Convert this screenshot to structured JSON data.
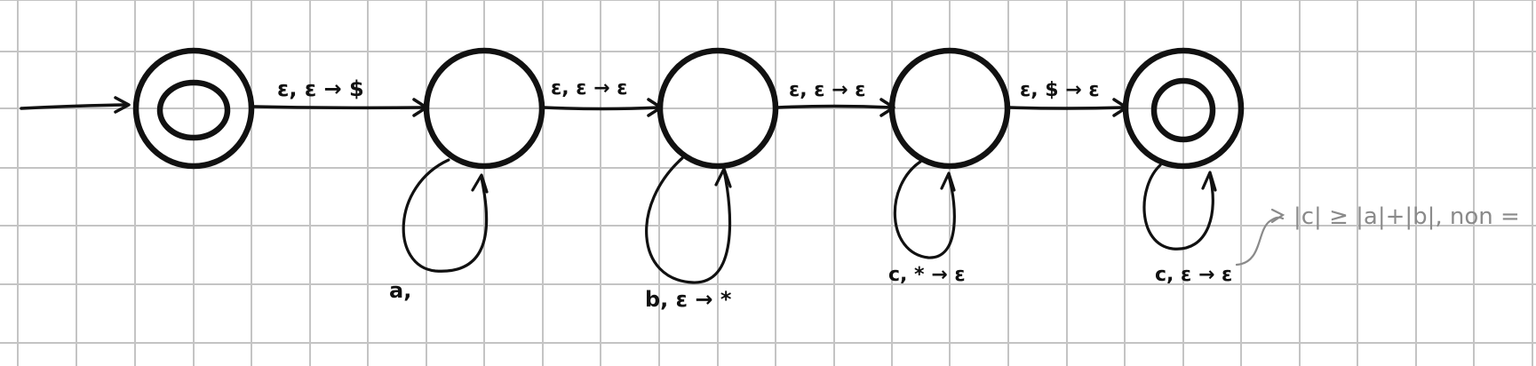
{
  "diagram": {
    "type": "pushdown-automaton",
    "states": [
      {
        "id": "q0",
        "accepting": true,
        "start": true
      },
      {
        "id": "q1",
        "accepting": false
      },
      {
        "id": "q2",
        "accepting": false
      },
      {
        "id": "q3",
        "accepting": false
      },
      {
        "id": "q4",
        "accepting": true
      }
    ],
    "transitions": [
      {
        "from": "q0",
        "to": "q1",
        "label": "ε, ε → $"
      },
      {
        "from": "q1",
        "to": "q2",
        "label": "ε, ε → ε"
      },
      {
        "from": "q2",
        "to": "q3",
        "label": "ε, ε → ε"
      },
      {
        "from": "q3",
        "to": "q4",
        "label": "ε, $ → ε"
      }
    ],
    "self_loops": [
      {
        "state": "q1",
        "label": "a,"
      },
      {
        "state": "q2",
        "label": "b, ε → *"
      },
      {
        "state": "q3",
        "label": "c, * → ε"
      },
      {
        "state": "q4",
        "label": "c, ε → ε"
      }
    ],
    "side_note": "|c| ≥ |a|+|b|, non ="
  }
}
